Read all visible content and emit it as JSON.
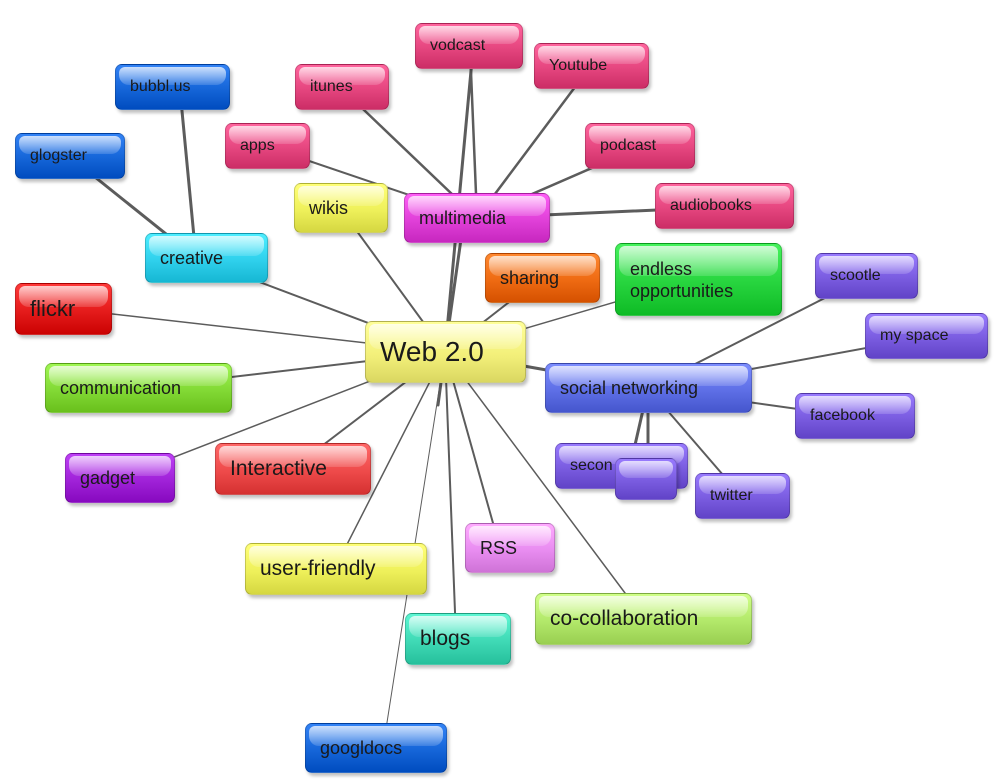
{
  "center": {
    "label": "Web 2.0",
    "color": "#f3f07a"
  },
  "colors": {
    "pink": "#e5467f",
    "magenta": "#e040d8",
    "blue": "#1565d8",
    "cyan": "#2fd0ec",
    "red": "#e41b1b",
    "lime": "#82d935",
    "purple": "#a022d8",
    "coral": "#ee4a4a",
    "yellow": "#eef05a",
    "violet": "#7a5ce0",
    "indigo": "#5e6fe6",
    "orange": "#ee6a12",
    "green": "#27d43e",
    "teal": "#3fd9b5",
    "lavender": "#e88cf0",
    "lightlime": "#b2e86a"
  },
  "nodes": {
    "vodcast": "vodcast",
    "youtube": "Youtube",
    "itunes": "itunes",
    "bubblus": "bubbl.us",
    "apps": "apps",
    "podcast": "podcast",
    "glogster": "glogster",
    "wikis": "wikis",
    "multimedia": "multimedia",
    "audiobooks": "audiobooks",
    "creative": "creative",
    "sharing": "sharing",
    "endless": "endless opportunities",
    "scootle": "scootle",
    "flickr": "flickr",
    "myspace": "my space",
    "communication": "communication",
    "social": "social networking",
    "facebook": "facebook",
    "gadget": "gadget",
    "interactive": "Interactive",
    "secondlife": "secon",
    "twitter": "twitter",
    "rss": "RSS",
    "userfriendly": "user-friendly",
    "cocollab": "co-collaboration",
    "blogs": "blogs",
    "googldocs": "googldocs"
  }
}
